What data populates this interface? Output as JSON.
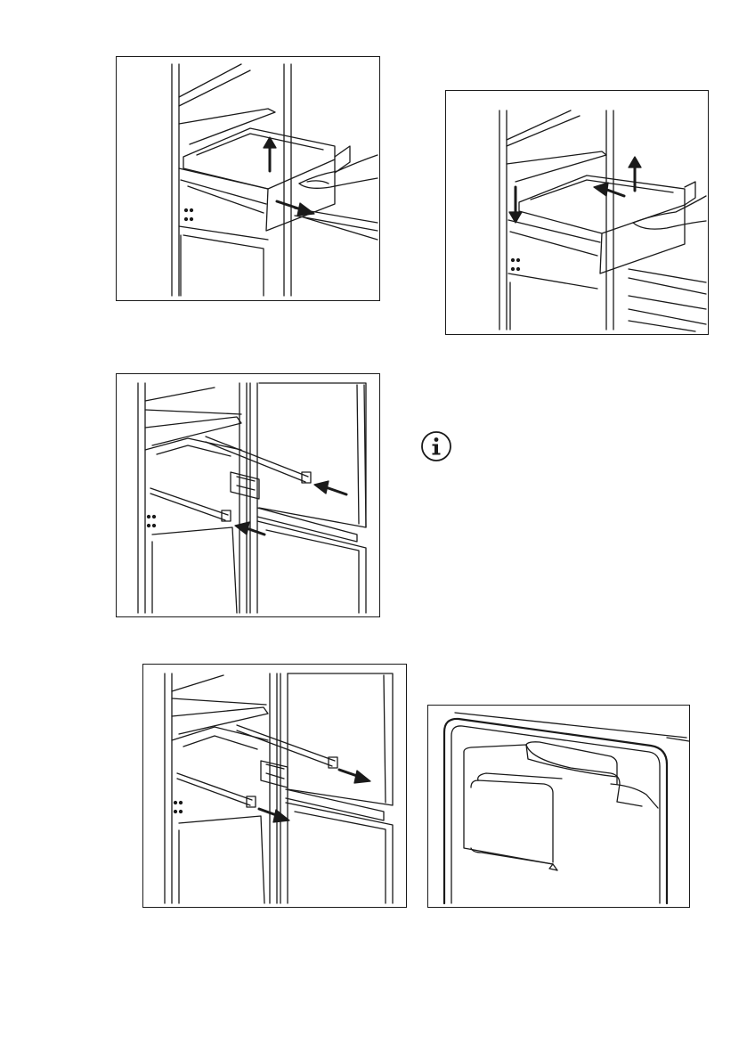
{
  "figures": [
    {
      "id": "fig1",
      "depicts": "drawer-pull-out-and-lift"
    },
    {
      "id": "fig2",
      "depicts": "drawer-lift-and-remove"
    },
    {
      "id": "fig3",
      "depicts": "rails-push-in"
    },
    {
      "id": "fig4",
      "depicts": "rails-pull-out"
    },
    {
      "id": "fig5",
      "depicts": "dispenser-cover"
    }
  ],
  "icons": {
    "info": "info-icon"
  },
  "colors": {
    "line": "#1a1a1a",
    "background": "#ffffff"
  }
}
